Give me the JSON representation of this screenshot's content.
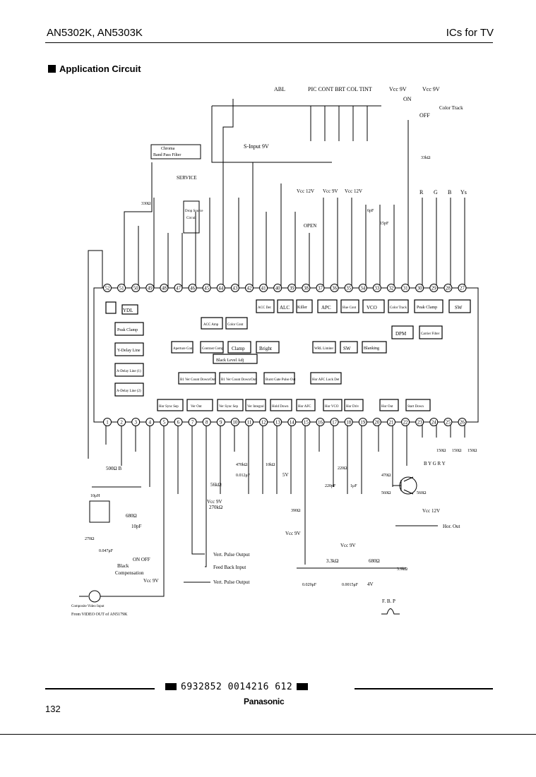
{
  "header": {
    "left": "AN5302K, AN5303K",
    "right": "ICs for TV"
  },
  "section_title": "Application Circuit",
  "top_labels": {
    "abl": "ABL",
    "controls": "PIC CONT BRT COL TINT",
    "vcc_9v_a": "Vcc 9V",
    "vcc_9v_b": "Vcc 9V",
    "on": "ON",
    "off": "OFF",
    "color_track": "Color Track",
    "chroma_filter_1": "Chroma",
    "chroma_filter_2": "Band Pass Filter",
    "s_input": "S-Input 9V",
    "service": "SERVICE",
    "open": "OPEN",
    "vcc_12v_a": "Vcc 12V",
    "vcc_9v_c": "Vcc 9V",
    "vcc_12v_b": "Vcc 12V",
    "rgb": [
      "R",
      "G",
      "B",
      "Ys"
    ],
    "dropout_1": "Drop Source",
    "dropout_2": "Circuit"
  },
  "ic_blocks": [
    "YDL",
    "Peak Clamp",
    "Y-Delay Line",
    "A-Delay Line (1)",
    "A-Delay Line (2)",
    "ACC Det",
    "ALC",
    "Killer",
    "APC",
    "Hue Cont",
    "VCO",
    "Color Track",
    "Peak Clamp",
    "SW",
    "ACC Amp",
    "Color Cont",
    "Aperture Cont",
    "Contrast Comp",
    "Clamp",
    "Bright",
    "DPM",
    "Carrier Filter",
    "Black Level Adj",
    "WRL Limiter",
    "SW",
    "Blanking",
    "B1 Ver Count Down/Out",
    "B1 Ver Count Down/Out",
    "Burst Gate Pulse Out",
    "Hor AFC Lock Det",
    "Hor Sync Sep",
    "Ver Out",
    "Ver Sync Sep",
    "Ver Integral",
    "Hold Down",
    "Hor AFC",
    "Hor VCO",
    "Hor Driv",
    "Hor Out",
    "Start Down"
  ],
  "pins_top": [
    "52",
    "51",
    "50",
    "49",
    "48",
    "47",
    "46",
    "45",
    "44",
    "43",
    "42",
    "41",
    "40",
    "39",
    "38",
    "37",
    "36",
    "35",
    "34",
    "33",
    "32",
    "31",
    "30",
    "29",
    "28",
    "27"
  ],
  "pins_bottom": [
    "1",
    "2",
    "3",
    "4",
    "5",
    "6",
    "7",
    "8",
    "9",
    "10",
    "11",
    "12",
    "13",
    "14",
    "15",
    "16",
    "17",
    "18",
    "19",
    "20",
    "21",
    "22",
    "23",
    "24",
    "25",
    "26"
  ],
  "bottom_labels": {
    "vert_pulse_out_1": "Vert. Pulse Output",
    "feed_back": "Feed Back Input",
    "vert_pulse_out_2": "Vert. Pulse Output",
    "black_comp_1": "Black",
    "black_comp_2": "Compensation",
    "vcc_9v_d": "Vcc 9V",
    "vcc_9v_e": "Vcc 9V",
    "vcc_9v_f": "Vcc 9V",
    "vcc_9v_g": "Vcc 9V",
    "composite_1": "Composite Video Input",
    "composite_2": "From VIDEO OUT of AN5179K",
    "hor_out": "Hor. Out",
    "fbp": "F. B. P",
    "vcc_12v": "Vcc 12V",
    "on_off": "ON OFF",
    "outputs": "B  Y  G  R  Y"
  },
  "component_values": [
    "500Ω B",
    "10μH",
    "680Ω",
    "10pF",
    "270Ω",
    "0.047μF",
    "56kΩ",
    "270kΩ",
    "470kΩ",
    "0.012μF",
    "10kΩ",
    "3.3kΩ",
    "680Ω",
    "3.9kΩ",
    "4V",
    "5V",
    "390Ω",
    "470Ω",
    "560Ω",
    "560Ω",
    "150Ω",
    "150Ω",
    "150Ω",
    "220Ω",
    "220pF",
    "1μF",
    "0.029μF",
    "0.0015μF",
    "33kΩ",
    "330Ω",
    "15pF",
    "6pF"
  ],
  "footer": {
    "barcode": "6932852 0014216 612",
    "brand": "Panasonic",
    "page": "132"
  }
}
